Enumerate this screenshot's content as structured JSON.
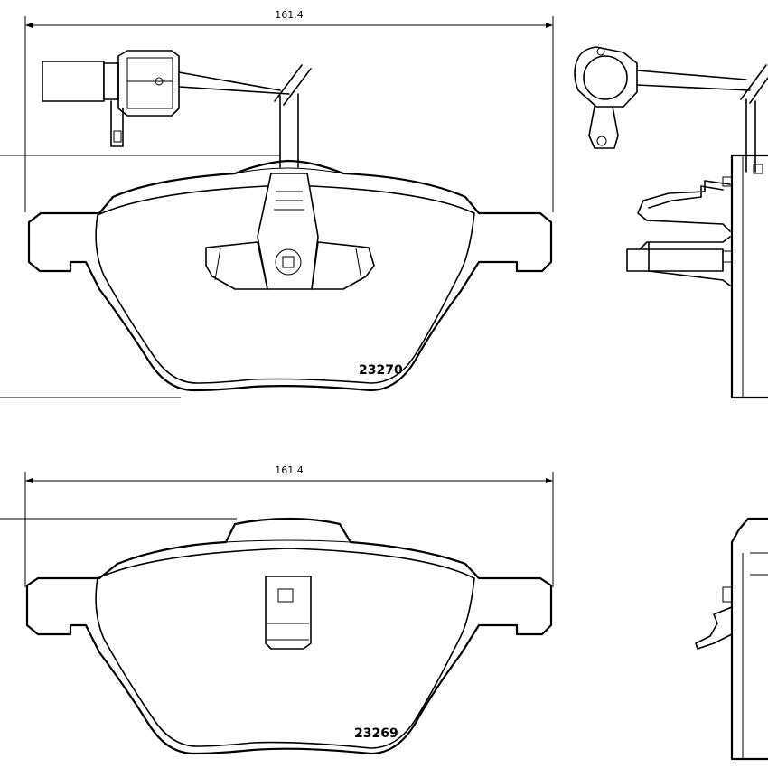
{
  "top_view": {
    "dimension": "161.4",
    "part_number": "23270"
  },
  "bottom_view": {
    "dimension": "161.4",
    "part_number": "23269"
  }
}
